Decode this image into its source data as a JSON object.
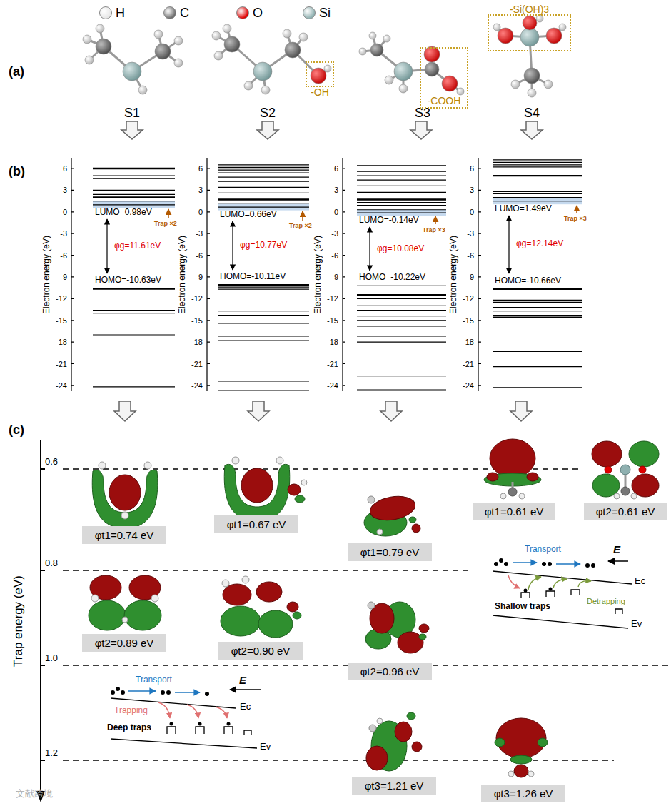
{
  "diagram": {
    "nodes": [
      {
        "text": [
          "-OH"
        ]
      },
      {
        "text": [
          "-COOH"
        ]
      },
      {
        "text": [
          "-Si(OH)3"
        ]
      },
      {
        "text": [
          "φt1=0.74 eV"
        ]
      },
      {
        "text": [
          "φt1=0.67 eV"
        ]
      },
      {
        "text": [
          "φt1=0.79 eV"
        ]
      },
      {
        "text": [
          "φt1=0.61 eV"
        ]
      },
      {
        "text": [
          "φt2=0.61 eV"
        ]
      },
      {
        "text": [
          "φt2=0.89 eV"
        ]
      },
      {
        "text": [
          "φt2=0.90 eV"
        ]
      },
      {
        "text": [
          "φt2=0.96 eV"
        ]
      },
      {
        "text": [
          "φt3=1.21 eV"
        ]
      },
      {
        "text": [
          "φt3=1.26 eV"
        ]
      }
    ],
    "labels": [
      "(a)",
      "S1",
      "S2",
      "S3",
      "S4",
      "(b)",
      "Electron energy (eV)",
      "6",
      "3",
      "0",
      "-3",
      "-6",
      "-9",
      "-12",
      "-15",
      "-18",
      "-21",
      "-24",
      "LUMO=0.98eV",
      "Trap ×2",
      "φg=11.61eV",
      "HOMO=-10.63eV",
      "Electron energy (eV)",
      "6",
      "3",
      "0",
      "-3",
      "-6",
      "-9",
      "-12",
      "-15",
      "-18",
      "-21",
      "-24",
      "LUMO=0.66eV",
      "Trap ×2",
      "φg=10.77eV",
      "HOMO=-10.11eV",
      "Electron energy (eV)",
      "6",
      "3",
      "0",
      "-3",
      "-6",
      "-9",
      "-12",
      "-15",
      "-18",
      "-21",
      "-24",
      "LUMO=-0.14eV",
      "Trap ×3",
      "φg=10.08eV",
      "HOMO=-10.22eV",
      "Electron energy (eV)",
      "6",
      "3",
      "0",
      "-3",
      "-6",
      "-9",
      "-12",
      "-15",
      "-18",
      "-21",
      "-24",
      "LUMO=1.49eV",
      "Trap ×3",
      "φg=12.14eV",
      "HOMO=-10.66eV",
      "(c)",
      "Trap energy (eV)",
      "0.6",
      "0.8",
      "1.0",
      "1.2",
      "Transport",
      "E",
      "Ec",
      "Detrapping",
      "Shallow traps",
      "Ev",
      "Transport",
      "E",
      "Ec",
      "Trapping",
      "Deep traps",
      "Ev",
      "文献跨境"
    ],
    "legend": [
      {
        "text": "H",
        "color": "#e6e6e6"
      },
      {
        "text": "C",
        "color": "#6e6e6e"
      },
      {
        "text": "O",
        "color": "#e00000"
      },
      {
        "text": "Si",
        "color": "#8fb0b0"
      }
    ]
  }
}
